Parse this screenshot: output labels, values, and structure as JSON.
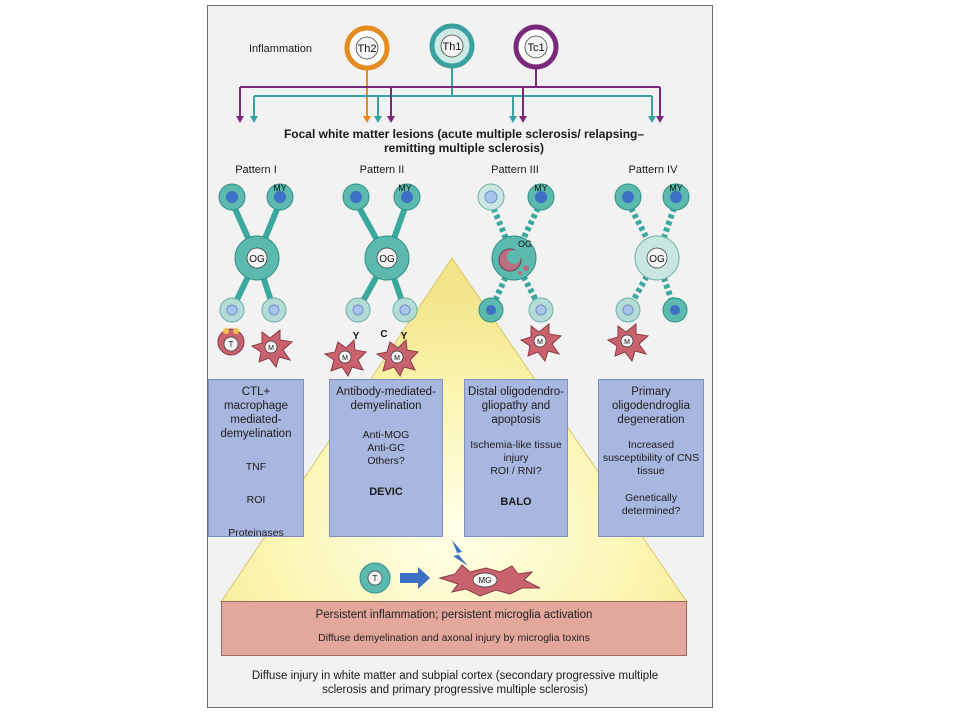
{
  "inflammation": {
    "label": "Inflammation",
    "cells": [
      {
        "label": "Th2",
        "ring_color": "#e48b22"
      },
      {
        "label": "Th1",
        "ring_color": "#3aa0a0"
      },
      {
        "label": "Tc1",
        "ring_color": "#7a2a7a"
      }
    ]
  },
  "lesion_title": "Focal white matter lesions (acute multiple sclerosis/ relapsing–remitting multiple sclerosis)",
  "cell_labels": {
    "myelin": "MY",
    "oligodendrocyte": "OG",
    "t_cell": "T",
    "macrophage": "M",
    "microglia": "MG",
    "antibody": "Y",
    "complement": "C"
  },
  "patterns": [
    {
      "label": "Pattern I",
      "mechanism": "CTL+ macrophage mediated-demyelination",
      "details": [
        "TNF",
        "ROI",
        "Proteinases"
      ],
      "disease": ""
    },
    {
      "label": "Pattern II",
      "mechanism": "Antibody-mediated-demyelination",
      "details": [
        "Anti-MOG",
        "Anti-GC",
        "Others?"
      ],
      "disease": "DEVIC"
    },
    {
      "label": "Pattern III",
      "mechanism": "Distal oligodendro-gliopathy and apoptosis",
      "details": [
        "Ischemia-like tissue injury",
        "ROI / RNI?"
      ],
      "disease": "BALO"
    },
    {
      "label": "Pattern IV",
      "mechanism": "Primary oligodendroglia degeneration",
      "details": [
        "Increased susceptibility of CNS tissue",
        "Genetically determined?"
      ],
      "disease": ""
    }
  ],
  "bottom": {
    "line1": "Persistent inflammation; persistent microglia activation",
    "line2": "Diffuse demyelination and axonal injury by microglia toxins"
  },
  "footer": "Diffuse injury in white matter and subpial cortex (secondary progressive multiple sclerosis and primary progressive multiple sclerosis)",
  "colors": {
    "teal_cell": "#5bb9ae",
    "teal_dark": "#2f8f86",
    "pale_cell": "#c9e6e1",
    "nucleus": "#3d6fc4",
    "th2": "#e48b22",
    "th1": "#3aa0a0",
    "tc1": "#7a2a7a",
    "box_fill": "#a8b7df",
    "bottom_fill": "#e4a79b",
    "pyramid": "#fbf5b8",
    "macrophage": "#c8626d"
  }
}
